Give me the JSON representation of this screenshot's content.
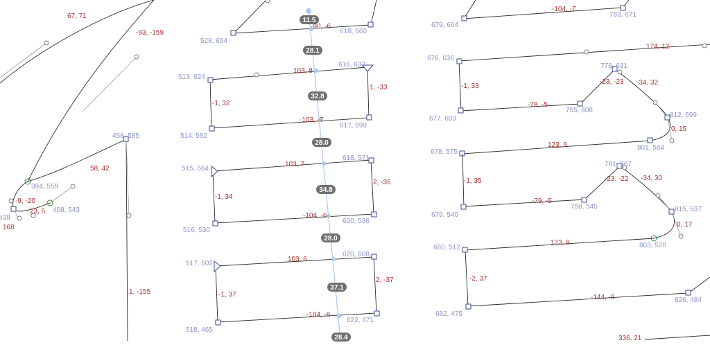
{
  "coordinates": {
    "left": [
      "458, 585",
      "394, 558",
      "408, 543",
      "538"
    ],
    "middle": [
      "528, 654",
      "618, 660",
      "513, 624",
      "616, 632",
      "514, 592",
      "617, 599",
      "515, 564",
      "618, 571",
      "516, 530",
      "620, 536",
      "517, 502",
      "620, 508",
      "518, 465",
      "622, 471"
    ],
    "right": [
      "679, 664",
      "783, 671",
      "676, 636",
      "778, 631",
      "677, 603",
      "755, 608",
      "812, 599",
      "678, 575",
      "801, 584",
      "781, 567",
      "679, 540",
      "758, 545",
      "815, 537",
      "680, 512",
      "803, 520",
      "682, 475",
      "826, 484"
    ]
  },
  "deltas": {
    "left": [
      "67, 71",
      "-93, -159",
      "58, 42",
      "-9, -20",
      "23, 5",
      "168",
      "1, -155"
    ],
    "middle": [
      "-90, -6",
      "103, 8",
      "1, -33",
      "-1, 32",
      "-103, -7",
      "103, 7",
      "2, -35",
      "-1, 34",
      "-104, -6",
      "103, 6",
      "2, -37",
      "-1, 37",
      "-104, -6"
    ],
    "right": [
      "-104, -7",
      "174, 12",
      "-1, 33",
      "-23, -23",
      "-34, 32",
      "-78, -5",
      "0, 15",
      "123, 9",
      "-1, 35",
      "-23, -22",
      "-34, 30",
      "-79, -5",
      "0, 17",
      "123, 8",
      "-2, 37",
      "-144, -9",
      "336, 21"
    ]
  },
  "distances": [
    "11.5",
    "28.1",
    "32.8",
    "28.0",
    "34.8",
    "28.0",
    "37.1",
    "28.4"
  ],
  "colors": {
    "coordinate_text": "#8c94c9",
    "delta_text": "#a8322d",
    "guide_line": "#a9c9ef",
    "distance_pill": "#6f6f6f",
    "node_outline": "#3a4a8c",
    "smooth_node": "#2e8b3a"
  }
}
